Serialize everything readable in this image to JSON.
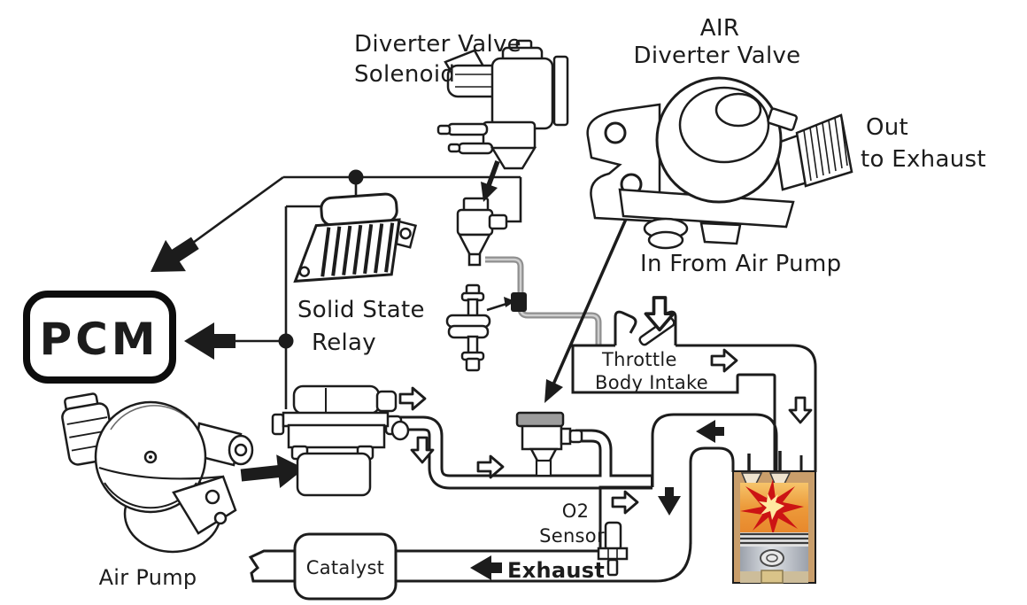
{
  "labels": {
    "diverter_valve_solenoid": {
      "line1": "Diverter Valve",
      "line2": "Solenoid"
    },
    "air_diverter_valve": {
      "line1": "AIR",
      "line2": "Diverter Valve"
    },
    "out_to_exhaust": {
      "line1": "Out",
      "line2": "to Exhaust"
    },
    "in_from_air_pump": "In From Air Pump",
    "solid_state_relay": {
      "line1": "Solid State",
      "line2": "Relay"
    },
    "pcm": "PCM",
    "throttle_body_intake": {
      "line1": "Throttle",
      "line2": "Body Intake"
    },
    "o2_sensor": {
      "line1": "O2",
      "line2": "Sensor"
    },
    "exhaust": "Exhaust",
    "catalyst": "Catalyst",
    "air_pump": "Air Pump"
  },
  "icons": {
    "flow-arrow-hollow-icon": "outlined block arrow (flow direction)",
    "flow-arrow-solid-icon": "solid black block arrow (flow direction)",
    "pointer-arrow-icon": "hand-drawn pointer arrow",
    "wire-junction-dot-icon": "solid wire junction dot"
  },
  "colors": {
    "line": "#1c1c1c",
    "background": "#ffffff",
    "hose_gray": "#8f8f8f",
    "hose_highlight": "#cfcfcf",
    "engine_block_tan": "#c99e6b",
    "combustion_orange": "#e8882c",
    "combustion_orange_light": "#f6c46a",
    "explosion_red": "#cc1414",
    "explosion_core": "#ffe9a0",
    "piston_gray": "#c9cdd3",
    "piston_gray_dark": "#9ba1ab",
    "cap_gray": "#9c9c9c"
  }
}
